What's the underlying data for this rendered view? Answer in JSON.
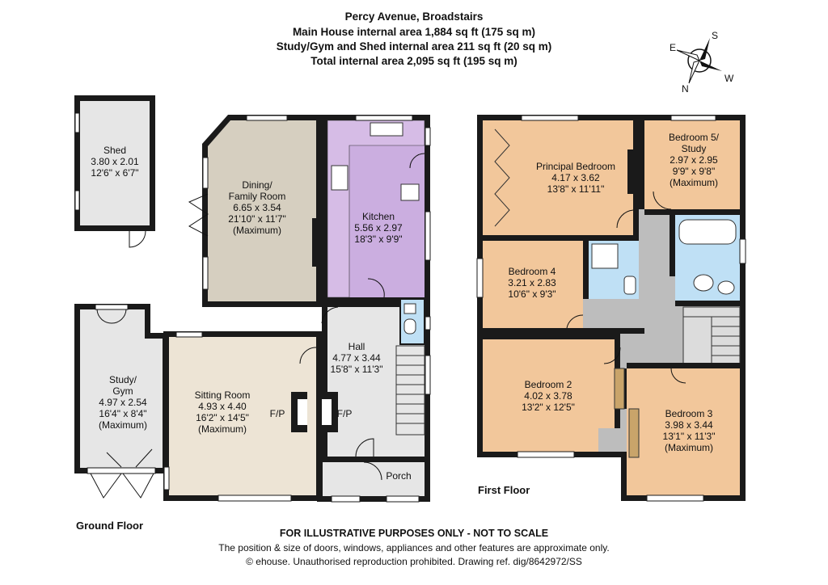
{
  "header": {
    "address": "Percy Avenue, Broadstairs",
    "main_area": "Main House internal area 1,884 sq ft (175 sq m)",
    "outbuilding_area": "Study/Gym and Shed internal area 211 sq ft (20 sq m)",
    "total_area": "Total internal area 2,095 sq ft (195 sq m)"
  },
  "compass": {
    "n": "N",
    "s": "S",
    "e": "E",
    "w": "W"
  },
  "rooms": {
    "shed": {
      "name": "Shed",
      "metric": "3.80 x 2.01",
      "imperial": "12'6\" x 6'7\""
    },
    "study_gym": {
      "name1": "Study/",
      "name2": "Gym",
      "metric": "4.97 x 2.54",
      "imperial": "16'4\" x 8'4\"",
      "note": "(Maximum)"
    },
    "dining": {
      "name1": "Dining/",
      "name2": "Family Room",
      "metric": "6.65 x 3.54",
      "imperial": "21'10\" x 11'7\"",
      "note": "(Maximum)"
    },
    "kitchen": {
      "name": "Kitchen",
      "metric": "5.56 x 2.97",
      "imperial": "18'3\" x 9'9\""
    },
    "sitting": {
      "name": "Sitting Room",
      "metric": "4.93 x 4.40",
      "imperial": "16'2\" x 14'5\"",
      "note": "(Maximum)"
    },
    "hall": {
      "name": "Hall",
      "metric": "4.77 x 3.44",
      "imperial": "15'8\" x 11'3\""
    },
    "porch": {
      "name": "Porch"
    },
    "fp_left": "F/P",
    "fp_right": "F/P",
    "principal": {
      "name": "Principal Bedroom",
      "metric": "4.17 x 3.62",
      "imperial": "13'8\" x 11'11\""
    },
    "bedroom5": {
      "name1": "Bedroom 5/",
      "name2": "Study",
      "metric": "2.97 x 2.95",
      "imperial": "9'9\" x 9'8\"",
      "note": "(Maximum)"
    },
    "bedroom4": {
      "name": "Bedroom 4",
      "metric": "3.21 x 2.83",
      "imperial": "10'6\" x 9'3\""
    },
    "bedroom2": {
      "name": "Bedroom 2",
      "metric": "4.02 x 3.78",
      "imperial": "13'2\" x 12'5\""
    },
    "bedroom3": {
      "name": "Bedroom 3",
      "metric": "3.98 x 3.44",
      "imperial": "13'1\" x 11'3\"",
      "note": "(Maximum)"
    }
  },
  "floors": {
    "ground": "Ground Floor",
    "first": "First Floor"
  },
  "footer": {
    "line1": "FOR ILLUSTRATIVE PURPOSES ONLY - NOT TO SCALE",
    "line2": "The position & size of doors, windows, appliances and other features are approximate only.",
    "line3": "© ehouse. Unauthorised reproduction prohibited. Drawing ref. dig/8642972/SS"
  },
  "colors": {
    "grey_room": "#e6e6e6",
    "dining": "#d6cfc0",
    "kitchen": "#cbaee0",
    "bedroom": "#f2c79b",
    "bathroom": "#bfe0f5",
    "landing": "#bdbdbd",
    "wall": "#1a1a1a"
  }
}
